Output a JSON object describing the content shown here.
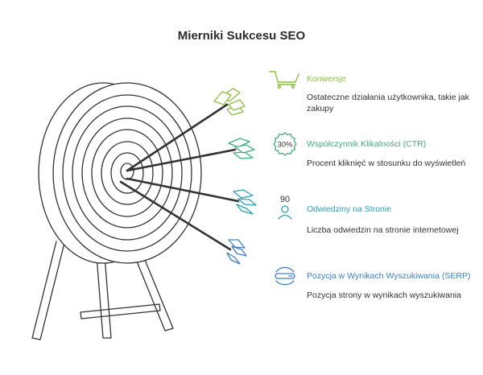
{
  "title": "Mierniki Sukcesu SEO",
  "colors": {
    "stroke": "#333333",
    "conversions": "#8cbf3f",
    "ctr": "#3fae7a",
    "visits": "#2a9fb5",
    "serp": "#3a7fc9"
  },
  "items": [
    {
      "title": "Konwersje",
      "description": "Ostateczne działania użytkownika, takie jak zakupy",
      "icon": "shopping-cart-icon"
    },
    {
      "title": "Współczynnik Klikalności (CTR)",
      "description": "Procent kliknięć w stosunku do wyświetleń",
      "icon": "percent-badge-icon",
      "badge": "30%"
    },
    {
      "title": "Odwiedziny na Stronie",
      "description": "Liczba odwiedzin na stronie internetowej",
      "icon": "visitor-count-icon",
      "badge": "90"
    },
    {
      "title": "Pozycja w Wynikach Wyszukiwania (SERP)",
      "description": "Pozycja strony w wynikach wyszukiwania",
      "icon": "search-rank-icon"
    }
  ]
}
